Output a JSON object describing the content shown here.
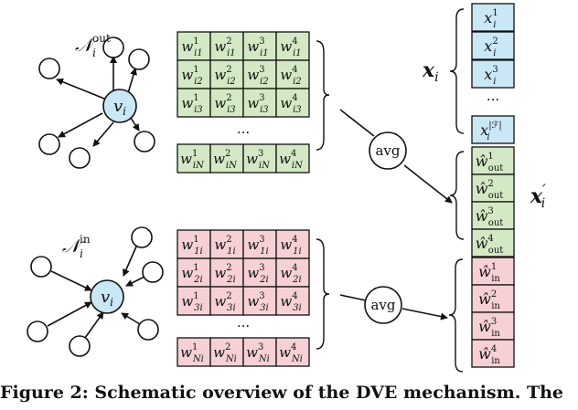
{
  "colors": {
    "node_fill": "#c9e7f5",
    "green_cell": "#d3e9c5",
    "red_cell": "#f6d0d4",
    "blue_cell": "#c9e7f5",
    "stroke": "#111111"
  },
  "out_graph": {
    "label_main": "𝒩",
    "label_sub": "i",
    "label_sup": "out",
    "center_main": "v",
    "center_sub": "i"
  },
  "in_graph": {
    "label_main": "𝒩",
    "label_sub": "i",
    "label_sup": "in",
    "center_main": "v",
    "center_sub": "i"
  },
  "out_matrix": {
    "rows": [
      [
        {
          "sup": "1",
          "sub": "i1"
        },
        {
          "sup": "2",
          "sub": "i1"
        },
        {
          "sup": "3",
          "sub": "i1"
        },
        {
          "sup": "4",
          "sub": "i1"
        }
      ],
      [
        {
          "sup": "1",
          "sub": "i2"
        },
        {
          "sup": "2",
          "sub": "i2"
        },
        {
          "sup": "3",
          "sub": "i2"
        },
        {
          "sup": "4",
          "sub": "i2"
        }
      ],
      [
        {
          "sup": "1",
          "sub": "i3"
        },
        {
          "sup": "2",
          "sub": "i3"
        },
        {
          "sup": "3",
          "sub": "i3"
        },
        {
          "sup": "4",
          "sub": "i3"
        }
      ]
    ],
    "last_row": [
      {
        "sup": "1",
        "sub": "iN"
      },
      {
        "sup": "2",
        "sub": "iN"
      },
      {
        "sup": "3",
        "sub": "iN"
      },
      {
        "sup": "4",
        "sub": "iN"
      }
    ],
    "ellipsis": "..."
  },
  "in_matrix": {
    "rows": [
      [
        {
          "sup": "1",
          "sub": "1i"
        },
        {
          "sup": "2",
          "sub": "1i"
        },
        {
          "sup": "3",
          "sub": "1i"
        },
        {
          "sup": "4",
          "sub": "1i"
        }
      ],
      [
        {
          "sup": "1",
          "sub": "2i"
        },
        {
          "sup": "2",
          "sub": "2i"
        },
        {
          "sup": "3",
          "sub": "2i"
        },
        {
          "sup": "4",
          "sub": "2i"
        }
      ],
      [
        {
          "sup": "1",
          "sub": "3i"
        },
        {
          "sup": "2",
          "sub": "3i"
        },
        {
          "sup": "3",
          "sub": "3i"
        },
        {
          "sup": "4",
          "sub": "3i"
        }
      ]
    ],
    "last_row": [
      {
        "sup": "1",
        "sub": "Ni"
      },
      {
        "sup": "2",
        "sub": "Ni"
      },
      {
        "sup": "3",
        "sub": "Ni"
      },
      {
        "sup": "4",
        "sub": "Ni"
      }
    ],
    "ellipsis": "..."
  },
  "weight_symbol": "w",
  "avg_label": "avg",
  "x_vector": {
    "label_main": "x",
    "label_sub": "i",
    "entries": [
      {
        "sup": "1",
        "sub": "i"
      },
      {
        "sup": "2",
        "sub": "i"
      },
      {
        "sup": "3",
        "sub": "i"
      },
      {
        "sup": "|ℱ|",
        "sub": "i"
      }
    ],
    "ellipsis": "...",
    "symbol": "x"
  },
  "x_prime": {
    "label_main": "x",
    "label_sub": "i",
    "label_prime": "′"
  },
  "out_vector": {
    "symbol": "ŵ",
    "sub": "out",
    "sups": [
      "1",
      "2",
      "3",
      "4"
    ]
  },
  "in_vector": {
    "symbol": "ŵ",
    "sub": "in",
    "sups": [
      "1",
      "2",
      "3",
      "4"
    ]
  },
  "caption": "Figure 2: Schematic overview of the DVE mechanism. The"
}
